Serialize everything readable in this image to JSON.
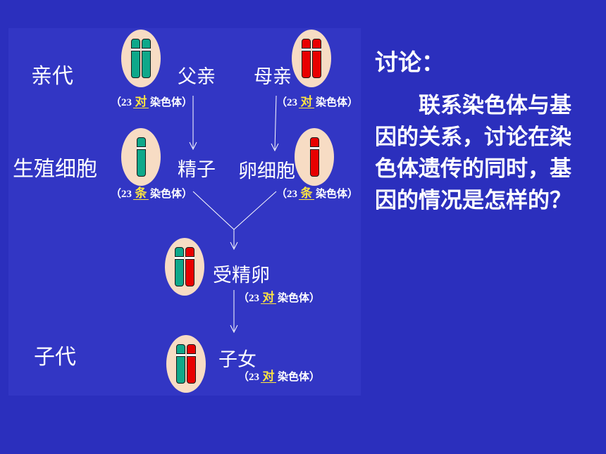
{
  "diagram": {
    "generations": {
      "parent": "亲代",
      "germ_cell": "生殖细胞",
      "offspring": "子代"
    },
    "nodes": {
      "father": {
        "name": "父亲",
        "count_prefix": "（23",
        "count_unit": "对",
        "count_suffix": "染色体）",
        "chromosomes": [
          "green",
          "green"
        ]
      },
      "mother": {
        "name": "母亲",
        "count_prefix": "（23",
        "count_unit": "对",
        "count_suffix": "染色体）",
        "chromosomes": [
          "red",
          "red"
        ]
      },
      "sperm": {
        "name": "精子",
        "count_prefix": "（23",
        "count_unit": "条",
        "count_suffix": "染色体）",
        "chromosomes": [
          "green"
        ]
      },
      "egg": {
        "name": "卵细胞",
        "count_prefix": "（23",
        "count_unit": "条",
        "count_suffix": "染色体）",
        "chromosomes": [
          "red"
        ]
      },
      "zygote": {
        "name": "受精卵",
        "count_prefix": "（23",
        "count_unit": "对",
        "count_suffix": "染色体）",
        "chromosomes": [
          "green",
          "red"
        ]
      },
      "child": {
        "name": "子女",
        "count_prefix": "（23",
        "count_unit": "对",
        "count_suffix": "染色体）",
        "chromosomes": [
          "green",
          "red"
        ]
      }
    },
    "colors": {
      "paternal": "#0fa88a",
      "maternal": "#e80000",
      "cell": "#f7dcc4",
      "unit": "#ffe640"
    }
  },
  "discussion": {
    "title": "讨论：",
    "body": "联系染色体与基因的关系，讨论在染色体遗传的同时，基因的情况是怎样的？"
  }
}
